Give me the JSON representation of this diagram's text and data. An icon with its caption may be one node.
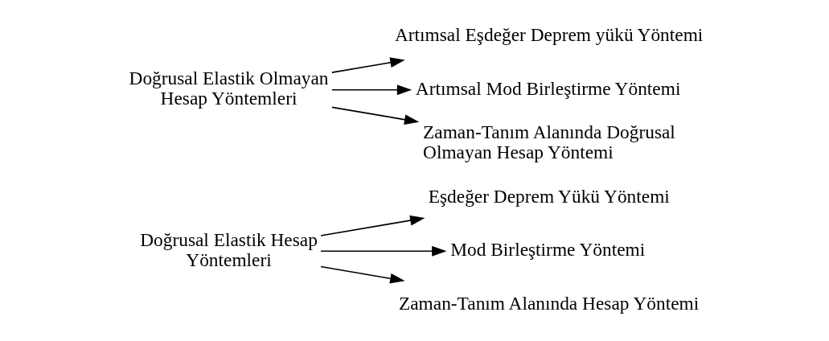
{
  "diagram": {
    "nodes": [
      {
        "text": [
          "Doğrusal Elastik Hesap Yöntemleri"
        ]
      },
      {
        "text": [
          "Eşdeğer Deprem Yükü Yöntemi"
        ]
      },
      {
        "text": [
          "Mod Birleştirme Yöntemi"
        ]
      },
      {
        "text": [
          "Zaman-Tanım Alanında Hesap Yöntemi"
        ]
      },
      {
        "text": [
          "Doğrusal Elastik Olmayan Hesap Yöntemleri"
        ]
      },
      {
        "text": [
          "Artımsal Eşdeğer Deprem yükü Yöntemi"
        ]
      },
      {
        "text": [
          "Artımsal Mod Birleştirme Yöntemi"
        ]
      },
      {
        "text": [
          "Zaman-Tanım Alanında Doğrusal Olmayan Hesap Yöntemi"
        ]
      }
    ],
    "edges": [
      {
        "from": 0,
        "to": 1,
        "arrow": "to"
      },
      {
        "from": 0,
        "to": 2,
        "arrow": "to"
      },
      {
        "from": 0,
        "to": 3,
        "arrow": "to"
      },
      {
        "from": 4,
        "to": 5,
        "arrow": "to"
      },
      {
        "from": 4,
        "to": 6,
        "arrow": "to"
      },
      {
        "from": 4,
        "to": 7,
        "arrow": "to"
      }
    ]
  }
}
